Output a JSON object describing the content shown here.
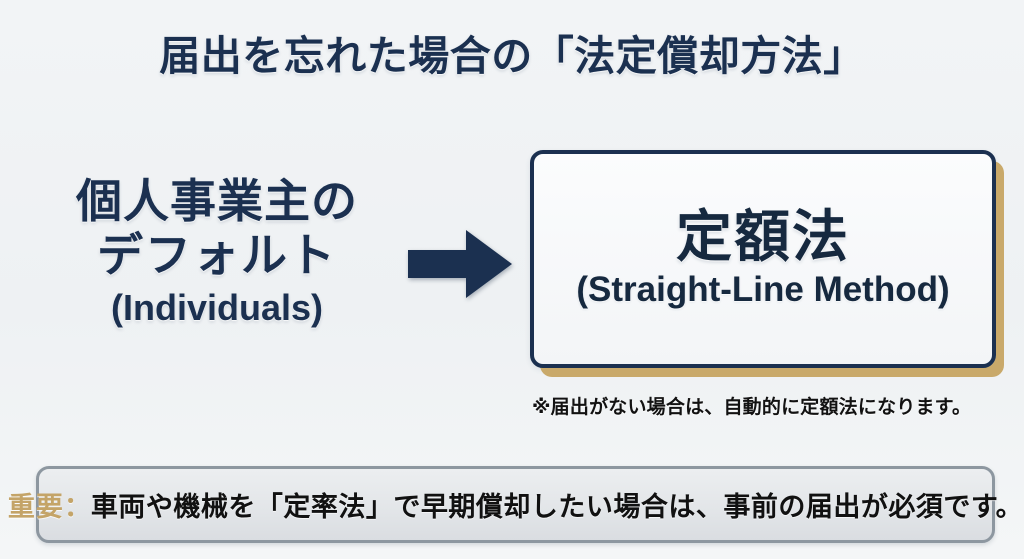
{
  "slide": {
    "title": "届出を忘れた場合の「法定償却方法」",
    "background_color": "#eef1f3",
    "accent_navy": "#1b3050",
    "accent_gold": "#c4a468"
  },
  "left": {
    "line1": "個人事業主の",
    "line2": "デフォルト",
    "line3": "(Individuals)"
  },
  "arrow": {
    "icon": "arrow-right-icon",
    "color": "#1b3050"
  },
  "result": {
    "japanese": "定額法",
    "english": "(Straight-Line Method)",
    "border_color": "#1b3050",
    "shadow_color": "#c9a96a"
  },
  "note": {
    "text": "※届出がない場合は、自動的に定額法になります。"
  },
  "banner": {
    "label": "重要",
    "separator": "：",
    "text": "車両や機械を「定率法」で早期償却したい場合は、事前の届出が必須です。",
    "label_color": "#c4a468",
    "background_color": "#e2e5e8",
    "border_color": "#8d97a0"
  }
}
